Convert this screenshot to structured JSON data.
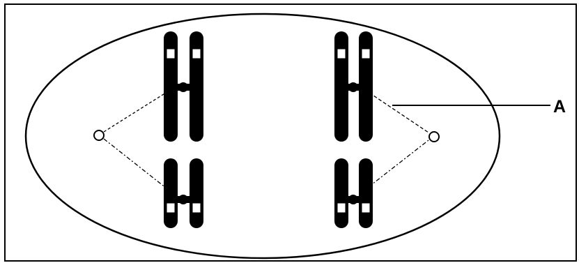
{
  "figure": {
    "label_A": "A"
  },
  "colors": {
    "ink": "#000000",
    "background": "#ffffff",
    "band": "#ffffff"
  },
  "icons": {
    "spindle_pole": "centriole-circle",
    "chromosome": "duplicated-chromosome"
  }
}
